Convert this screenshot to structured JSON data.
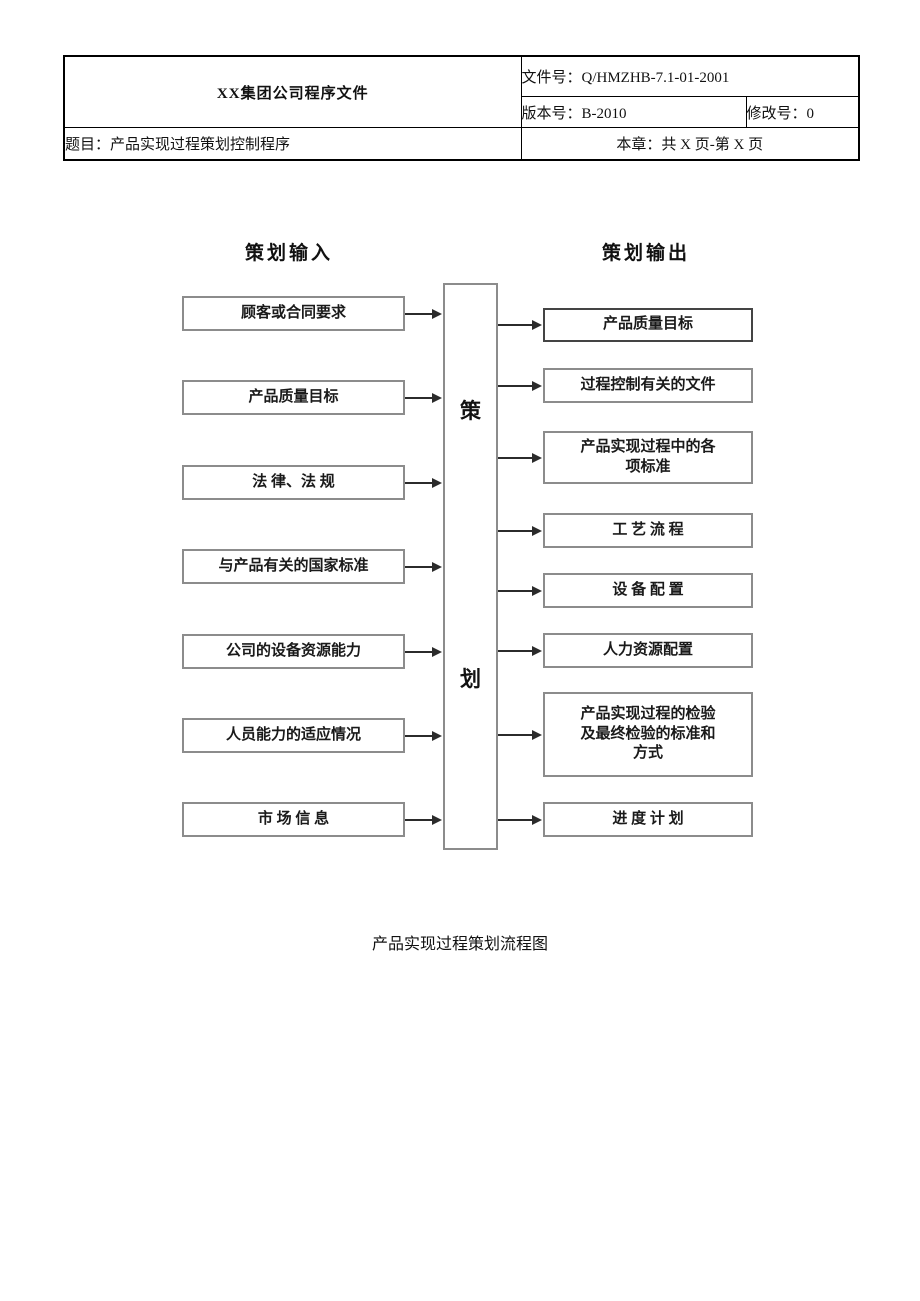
{
  "header": {
    "title": "XX集团公司程序文件",
    "doc_no": "文件号：Q/HMZHB-7.1-01-2001",
    "version": "版本号：B-2010",
    "revision": "修改号：0",
    "subject": "题目：产品实现过程策划控制程序",
    "chapter": "本章：共 X 页-第 X 页"
  },
  "flowchart": {
    "input_header": "策划输入",
    "output_header": "策划输出",
    "center": {
      "char_top": "策",
      "char_bottom": "划"
    },
    "inputs": [
      "顾客或合同要求",
      "产品质量目标",
      "法 律、法 规",
      "与产品有关的国家标准",
      "公司的设备资源能力",
      "人员能力的适应情况",
      "市 场 信 息"
    ],
    "outputs": [
      "产品质量目标",
      "过程控制有关的文件",
      "产品实现过程中的各项标准",
      "工 艺 流 程",
      "设 备 配 置",
      "人力资源配置",
      "产品实现过程的检验及最终检验的标准和方式",
      "进 度 计 划"
    ],
    "caption": "产品实现过程策划流程图"
  }
}
